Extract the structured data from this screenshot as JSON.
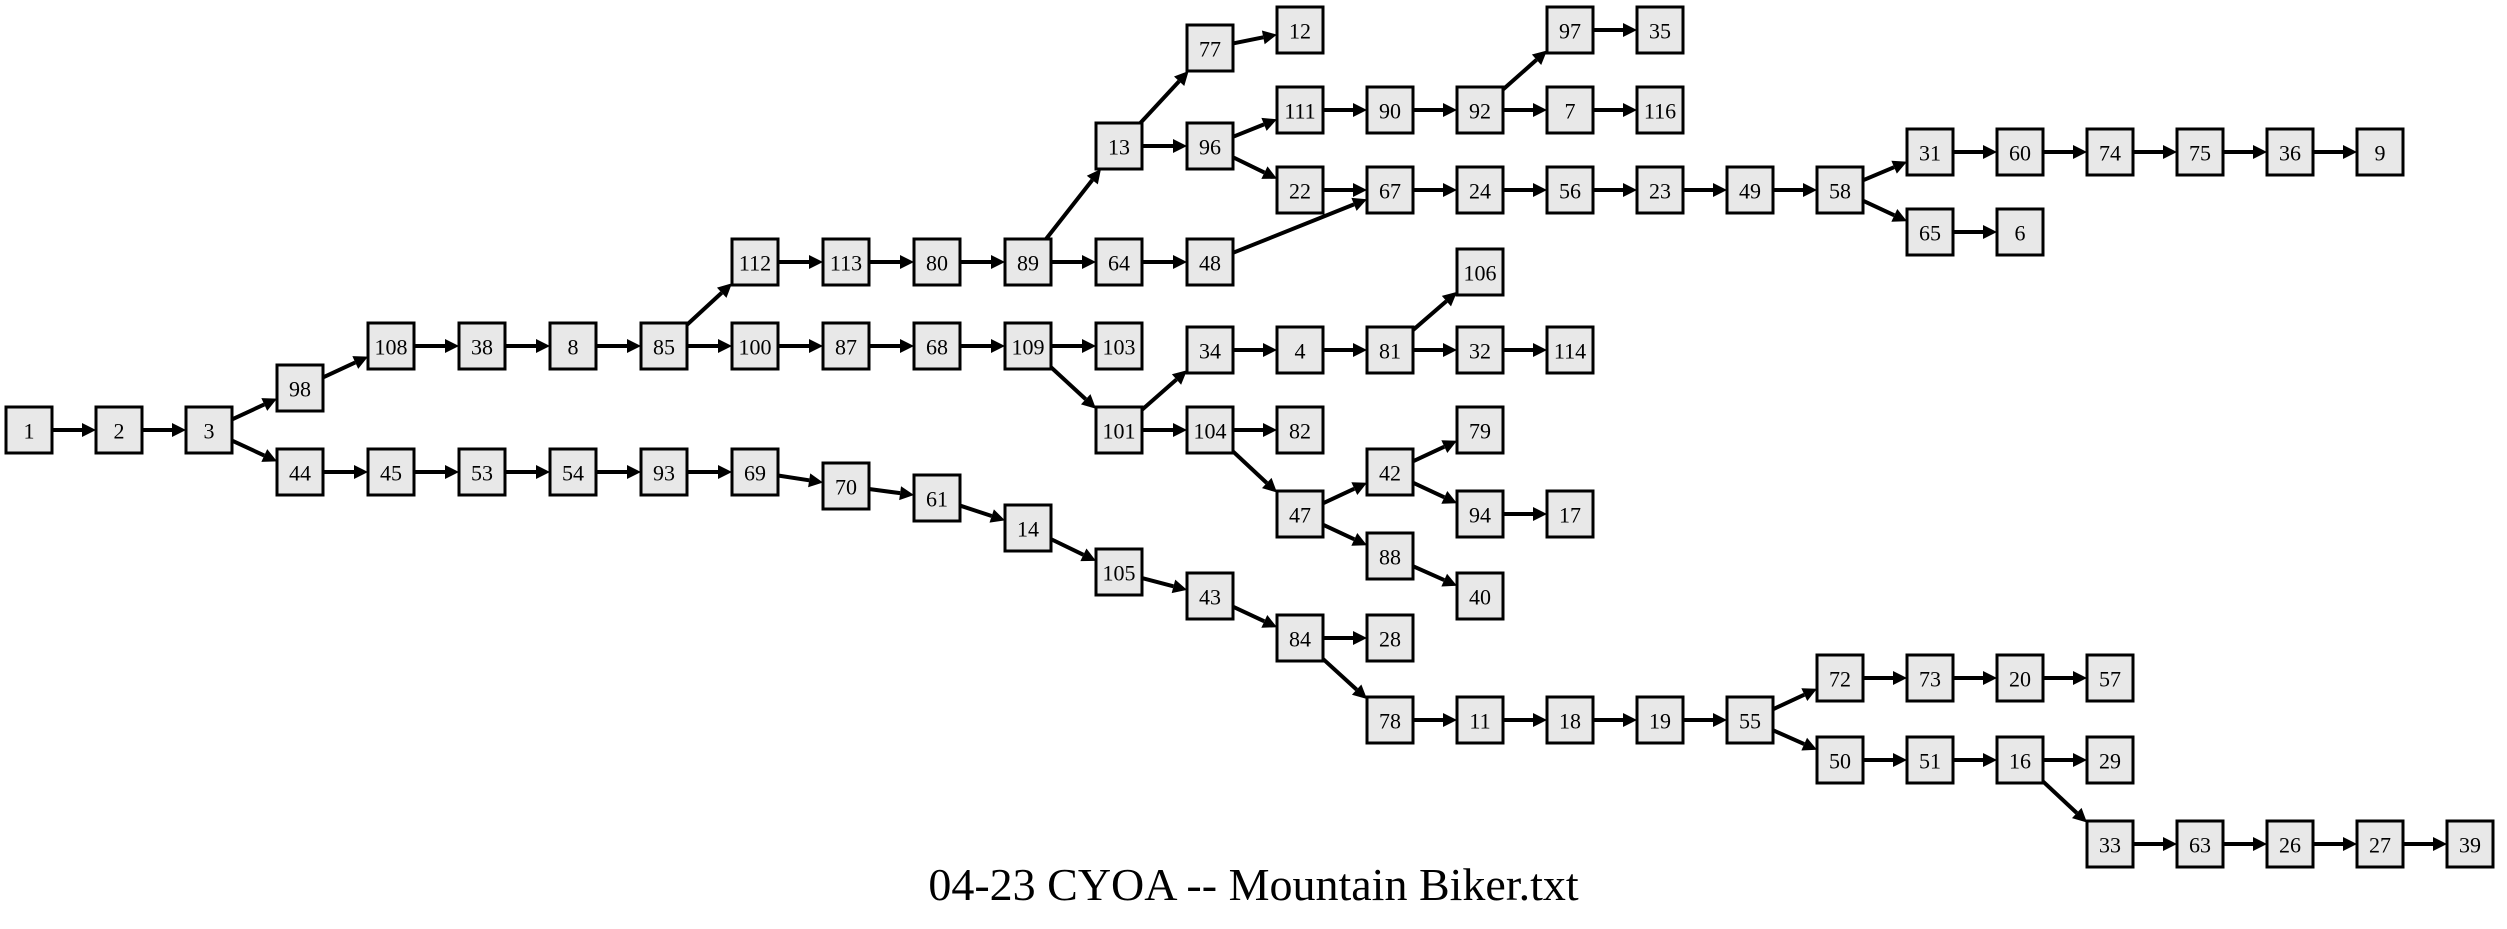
{
  "caption": "04-23 CYOA -- Mountain Biker.txt",
  "nodes": [
    "1",
    "2",
    "3",
    "98",
    "44",
    "108",
    "45",
    "38",
    "53",
    "8",
    "54",
    "85",
    "93",
    "112",
    "100",
    "69",
    "113",
    "87",
    "70",
    "80",
    "68",
    "61",
    "89",
    "109",
    "14",
    "13",
    "64",
    "103",
    "101",
    "105",
    "77",
    "96",
    "48",
    "34",
    "104",
    "43",
    "12",
    "111",
    "22",
    "67",
    "4",
    "82",
    "47",
    "84",
    "90",
    "24",
    "81",
    "42",
    "88",
    "28",
    "78",
    "92",
    "56",
    "106",
    "32",
    "79",
    "94",
    "40",
    "11",
    "97",
    "7",
    "23",
    "114",
    "17",
    "18",
    "35",
    "116",
    "49",
    "19",
    "58",
    "55",
    "31",
    "65",
    "72",
    "50",
    "60",
    "6",
    "73",
    "51",
    "74",
    "20",
    "16",
    "75",
    "57",
    "29",
    "33",
    "36",
    "63",
    "9",
    "26",
    "27",
    "39"
  ],
  "edges": [
    [
      "1",
      "2"
    ],
    [
      "2",
      "3"
    ],
    [
      "3",
      "98"
    ],
    [
      "3",
      "44"
    ],
    [
      "98",
      "108"
    ],
    [
      "108",
      "38"
    ],
    [
      "38",
      "8"
    ],
    [
      "8",
      "85"
    ],
    [
      "85",
      "112"
    ],
    [
      "85",
      "100"
    ],
    [
      "112",
      "113"
    ],
    [
      "113",
      "80"
    ],
    [
      "80",
      "89"
    ],
    [
      "89",
      "13"
    ],
    [
      "89",
      "64"
    ],
    [
      "13",
      "77"
    ],
    [
      "13",
      "96"
    ],
    [
      "77",
      "12"
    ],
    [
      "96",
      "111"
    ],
    [
      "96",
      "22"
    ],
    [
      "111",
      "90"
    ],
    [
      "90",
      "92"
    ],
    [
      "92",
      "97"
    ],
    [
      "92",
      "7"
    ],
    [
      "97",
      "35"
    ],
    [
      "7",
      "116"
    ],
    [
      "22",
      "67"
    ],
    [
      "64",
      "48"
    ],
    [
      "48",
      "67"
    ],
    [
      "67",
      "24"
    ],
    [
      "24",
      "56"
    ],
    [
      "56",
      "23"
    ],
    [
      "23",
      "49"
    ],
    [
      "49",
      "58"
    ],
    [
      "58",
      "31"
    ],
    [
      "58",
      "65"
    ],
    [
      "31",
      "60"
    ],
    [
      "60",
      "74"
    ],
    [
      "74",
      "75"
    ],
    [
      "75",
      "36"
    ],
    [
      "36",
      "9"
    ],
    [
      "65",
      "6"
    ],
    [
      "100",
      "87"
    ],
    [
      "87",
      "68"
    ],
    [
      "68",
      "109"
    ],
    [
      "109",
      "103"
    ],
    [
      "109",
      "101"
    ],
    [
      "101",
      "34"
    ],
    [
      "101",
      "104"
    ],
    [
      "34",
      "4"
    ],
    [
      "4",
      "81"
    ],
    [
      "81",
      "106"
    ],
    [
      "81",
      "32"
    ],
    [
      "32",
      "114"
    ],
    [
      "104",
      "82"
    ],
    [
      "104",
      "47"
    ],
    [
      "47",
      "42"
    ],
    [
      "47",
      "88"
    ],
    [
      "42",
      "79"
    ],
    [
      "42",
      "94"
    ],
    [
      "94",
      "17"
    ],
    [
      "88",
      "40"
    ],
    [
      "44",
      "45"
    ],
    [
      "45",
      "53"
    ],
    [
      "53",
      "54"
    ],
    [
      "54",
      "93"
    ],
    [
      "93",
      "69"
    ],
    [
      "69",
      "70"
    ],
    [
      "70",
      "61"
    ],
    [
      "61",
      "14"
    ],
    [
      "14",
      "105"
    ],
    [
      "105",
      "43"
    ],
    [
      "43",
      "84"
    ],
    [
      "84",
      "28"
    ],
    [
      "84",
      "78"
    ],
    [
      "78",
      "11"
    ],
    [
      "11",
      "18"
    ],
    [
      "18",
      "19"
    ],
    [
      "19",
      "55"
    ],
    [
      "55",
      "72"
    ],
    [
      "55",
      "50"
    ],
    [
      "72",
      "73"
    ],
    [
      "73",
      "20"
    ],
    [
      "20",
      "57"
    ],
    [
      "50",
      "51"
    ],
    [
      "51",
      "16"
    ],
    [
      "16",
      "29"
    ],
    [
      "16",
      "33"
    ],
    [
      "33",
      "63"
    ],
    [
      "63",
      "26"
    ],
    [
      "26",
      "27"
    ],
    [
      "27",
      "39"
    ]
  ]
}
